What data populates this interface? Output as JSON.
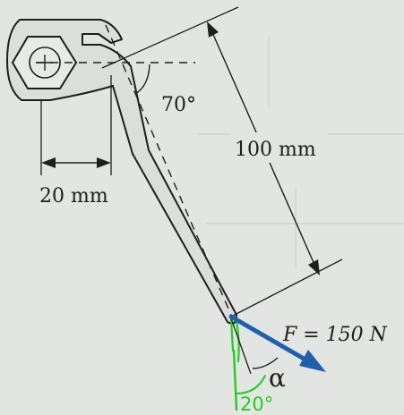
{
  "labels": {
    "angle_70": "70°",
    "length_100": "100 mm",
    "length_20": "20 mm",
    "force": "F = 150 N",
    "alpha": "α",
    "angle_20": "20°"
  },
  "colors": {
    "paper": "#e3e5e3",
    "ink": "#1e1e1e",
    "force_arrow": "#1f5fb0",
    "green_annotation": "#22cc22"
  }
}
